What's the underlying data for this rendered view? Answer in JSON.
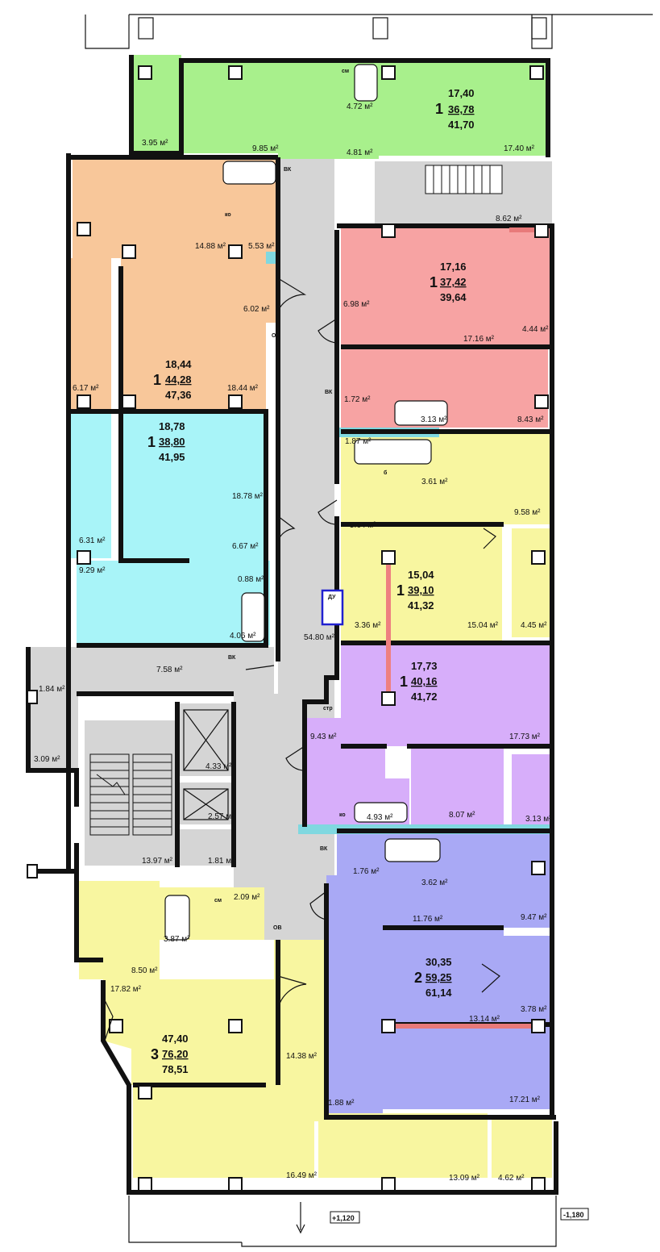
{
  "colors": {
    "green": "#a8f08c",
    "orange": "#f8c79a",
    "red": "#f7a3a3",
    "cyan": "#a8f4f8",
    "yellow": "#f8f6a0",
    "purple": "#d7aefa",
    "blue": "#a9a9f5",
    "common": "#d5d5d5",
    "wall": "#111111",
    "partition_red": "#ee8080",
    "partition_pink": "#e87a7a"
  },
  "apartments": {
    "green": {
      "rooms": "1",
      "living": "17,40",
      "total": "36,78",
      "total_with_balcony": "41,70"
    },
    "orange": {
      "rooms": "1",
      "living": "18,44",
      "total": "44,28",
      "total_with_balcony": "47,36"
    },
    "red": {
      "rooms": "1",
      "living": "17,16",
      "total": "37,42",
      "total_with_balcony": "39,64"
    },
    "cyan": {
      "rooms": "1",
      "living": "18,78",
      "total": "38,80",
      "total_with_balcony": "41,95"
    },
    "yellow1": {
      "rooms": "1",
      "living": "15,04",
      "total": "39,10",
      "total_with_balcony": "41,32"
    },
    "purple": {
      "rooms": "1",
      "living": "17,73",
      "total": "40,16",
      "total_with_balcony": "41,72"
    },
    "blue": {
      "rooms": "2",
      "living": "30,35",
      "total": "59,25",
      "total_with_balcony": "61,14"
    },
    "yellow3": {
      "rooms": "3",
      "living": "47,40",
      "total": "76,20",
      "total_with_balcony": "78,51"
    }
  },
  "areas": {
    "a3_95": "3.95 м²",
    "a9_85": "9.85 м²",
    "a4_72": "4.72 м²",
    "a4_81": "4.81 м²",
    "a17_40": "17.40 м²",
    "a14_88": "14.88 м²",
    "a5_53": "5.53 м²",
    "a6_02": "6.02 м²",
    "a6_17": "6.17 м²",
    "a18_44": "18.44 м²",
    "a8_62": "8.62 м²",
    "a6_98": "6.98 м²",
    "a17_16": "17.16 м²",
    "a4_44": "4.44 м²",
    "a1_72": "1.72 м²",
    "a3_13a": "3.13 м²",
    "a8_43": "8.43 м²",
    "a1_87": "1.87 м²",
    "a3_61": "3.61 м²",
    "a9_58": "9.58 м²",
    "a18_78": "18.78 м²",
    "a6_31": "6.31 м²",
    "a6_67": "6.67 м²",
    "a0_88": "0.88 м²",
    "a9_29": "9.29 м²",
    "a4_06": "4.06 м²",
    "a5_64": "5.64 м²",
    "a3_36": "3.36 м²",
    "a15_04": "15.04 м²",
    "a4_45": "4.45 м²",
    "a54_80": "54.80 м²",
    "a7_58": "7.58 м²",
    "a1_84": "1.84 м²",
    "a3_09": "3.09 м²",
    "a4_33": "4.33 м²",
    "a2_57": "2.57 м²",
    "a13_97": "13.97 м²",
    "a1_81": "1.81 м²",
    "a9_43": "9.43 м²",
    "a17_73": "17.73 м²",
    "a4_93": "4.93 м²",
    "a8_07": "8.07 м²",
    "a3_13b": "3.13 м²",
    "a1_76": "1.76 м²",
    "a3_62": "3.62 м²",
    "a11_76": "11.76 м²",
    "a9_47": "9.47 м²",
    "a2_09": "2.09 м²",
    "a3_87": "3.87 м²",
    "a8_50": "8.50 м²",
    "a17_82": "17.82 м²",
    "a13_14": "13.14 м²",
    "a3_78": "3.78 м²",
    "a14_38": "14.38 м²",
    "a1_88": "1.88 м²",
    "a17_21": "17.21 м²",
    "a16_49": "16.49 м²",
    "a13_09": "13.09 м²",
    "a4_62": "4.62 м²"
  },
  "fixtures": {
    "vk": "ВК",
    "ov": "ОВ",
    "du": "ДУ",
    "cm": "см",
    "ko": "ко",
    "b": "б",
    "str": "стр"
  },
  "elevations": {
    "entrance": "+1,120",
    "outside": "-1,180"
  }
}
